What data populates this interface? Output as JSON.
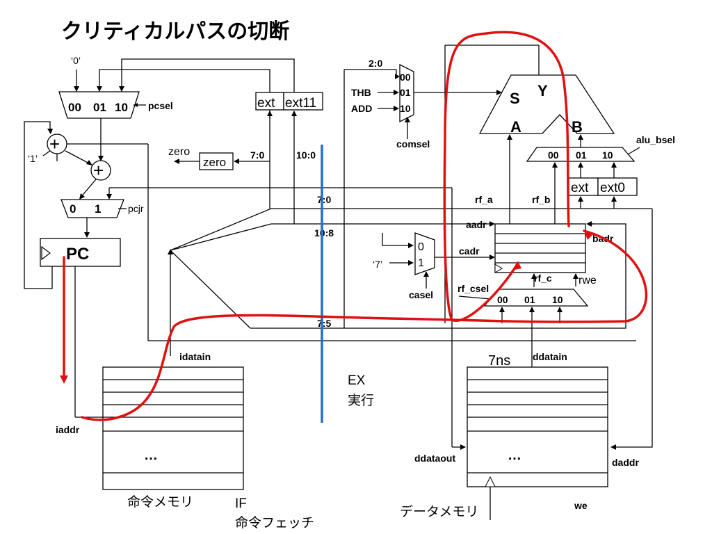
{
  "title": "クリティカルパスの切断",
  "pc": {
    "label": "PC",
    "pcsel_mux": {
      "inputs": [
        "00",
        "01",
        "10"
      ],
      "select_label": "pcsel",
      "const": "‘0’"
    },
    "pcjr_mux": {
      "inputs": [
        "0",
        "1"
      ],
      "select_label": "pcjr"
    },
    "adder_symbol": "+",
    "const_one": "‘1’",
    "ext_label": "ext",
    "ext11_label": "ext11"
  },
  "zero": {
    "box_label": "zero",
    "out_label": "zero"
  },
  "buses": {
    "b7_0_top": "7:0",
    "b10_0": "10:0",
    "b7_0_mid": "7:0",
    "b10_8": "10:8",
    "b7_5": "7:5",
    "b2_0": "2:0"
  },
  "alu": {
    "s": "S",
    "y": "Y",
    "a": "A",
    "b": "B",
    "com_mux": {
      "inputs": [
        "00",
        "01",
        "10"
      ],
      "in_labels": [
        "THB",
        "ADD"
      ],
      "select_label": "comsel"
    },
    "bsel_mux": {
      "inputs": [
        "00",
        "01",
        "10"
      ],
      "select_label": "alu_bsel"
    },
    "ext_label": "ext",
    "ext0_label": "ext0"
  },
  "regfile": {
    "rf_a": "rf_a",
    "rf_b": "rf_b",
    "aadr": "aadr",
    "badr": "badr",
    "cadr": "cadr",
    "rf_c": "rf_c",
    "rwe": "rwe",
    "rf_csel": "rf_csel",
    "csel_mux": {
      "inputs": [
        "0",
        "1"
      ],
      "const": "‘7’",
      "select_label": "casel"
    },
    "rfc_mux": {
      "inputs": [
        "00",
        "01",
        "10"
      ]
    }
  },
  "imem": {
    "label": "命令メモリ",
    "idatain": "idatain",
    "iaddr": "iaddr",
    "dots": "…"
  },
  "dmem": {
    "label": "データメモリ",
    "ddatain": "ddatain",
    "ddataout": "ddataout",
    "daddr": "daddr",
    "we": "we",
    "dots": "…",
    "delay": "7ns"
  },
  "stages": {
    "if_1": "IF",
    "if_2": "命令フェッチ",
    "ex_1": "EX",
    "ex_2": "実行"
  },
  "colors": {
    "critical_path": "#e01010",
    "cut_line": "#1f6fd6",
    "ink": "#000000"
  }
}
